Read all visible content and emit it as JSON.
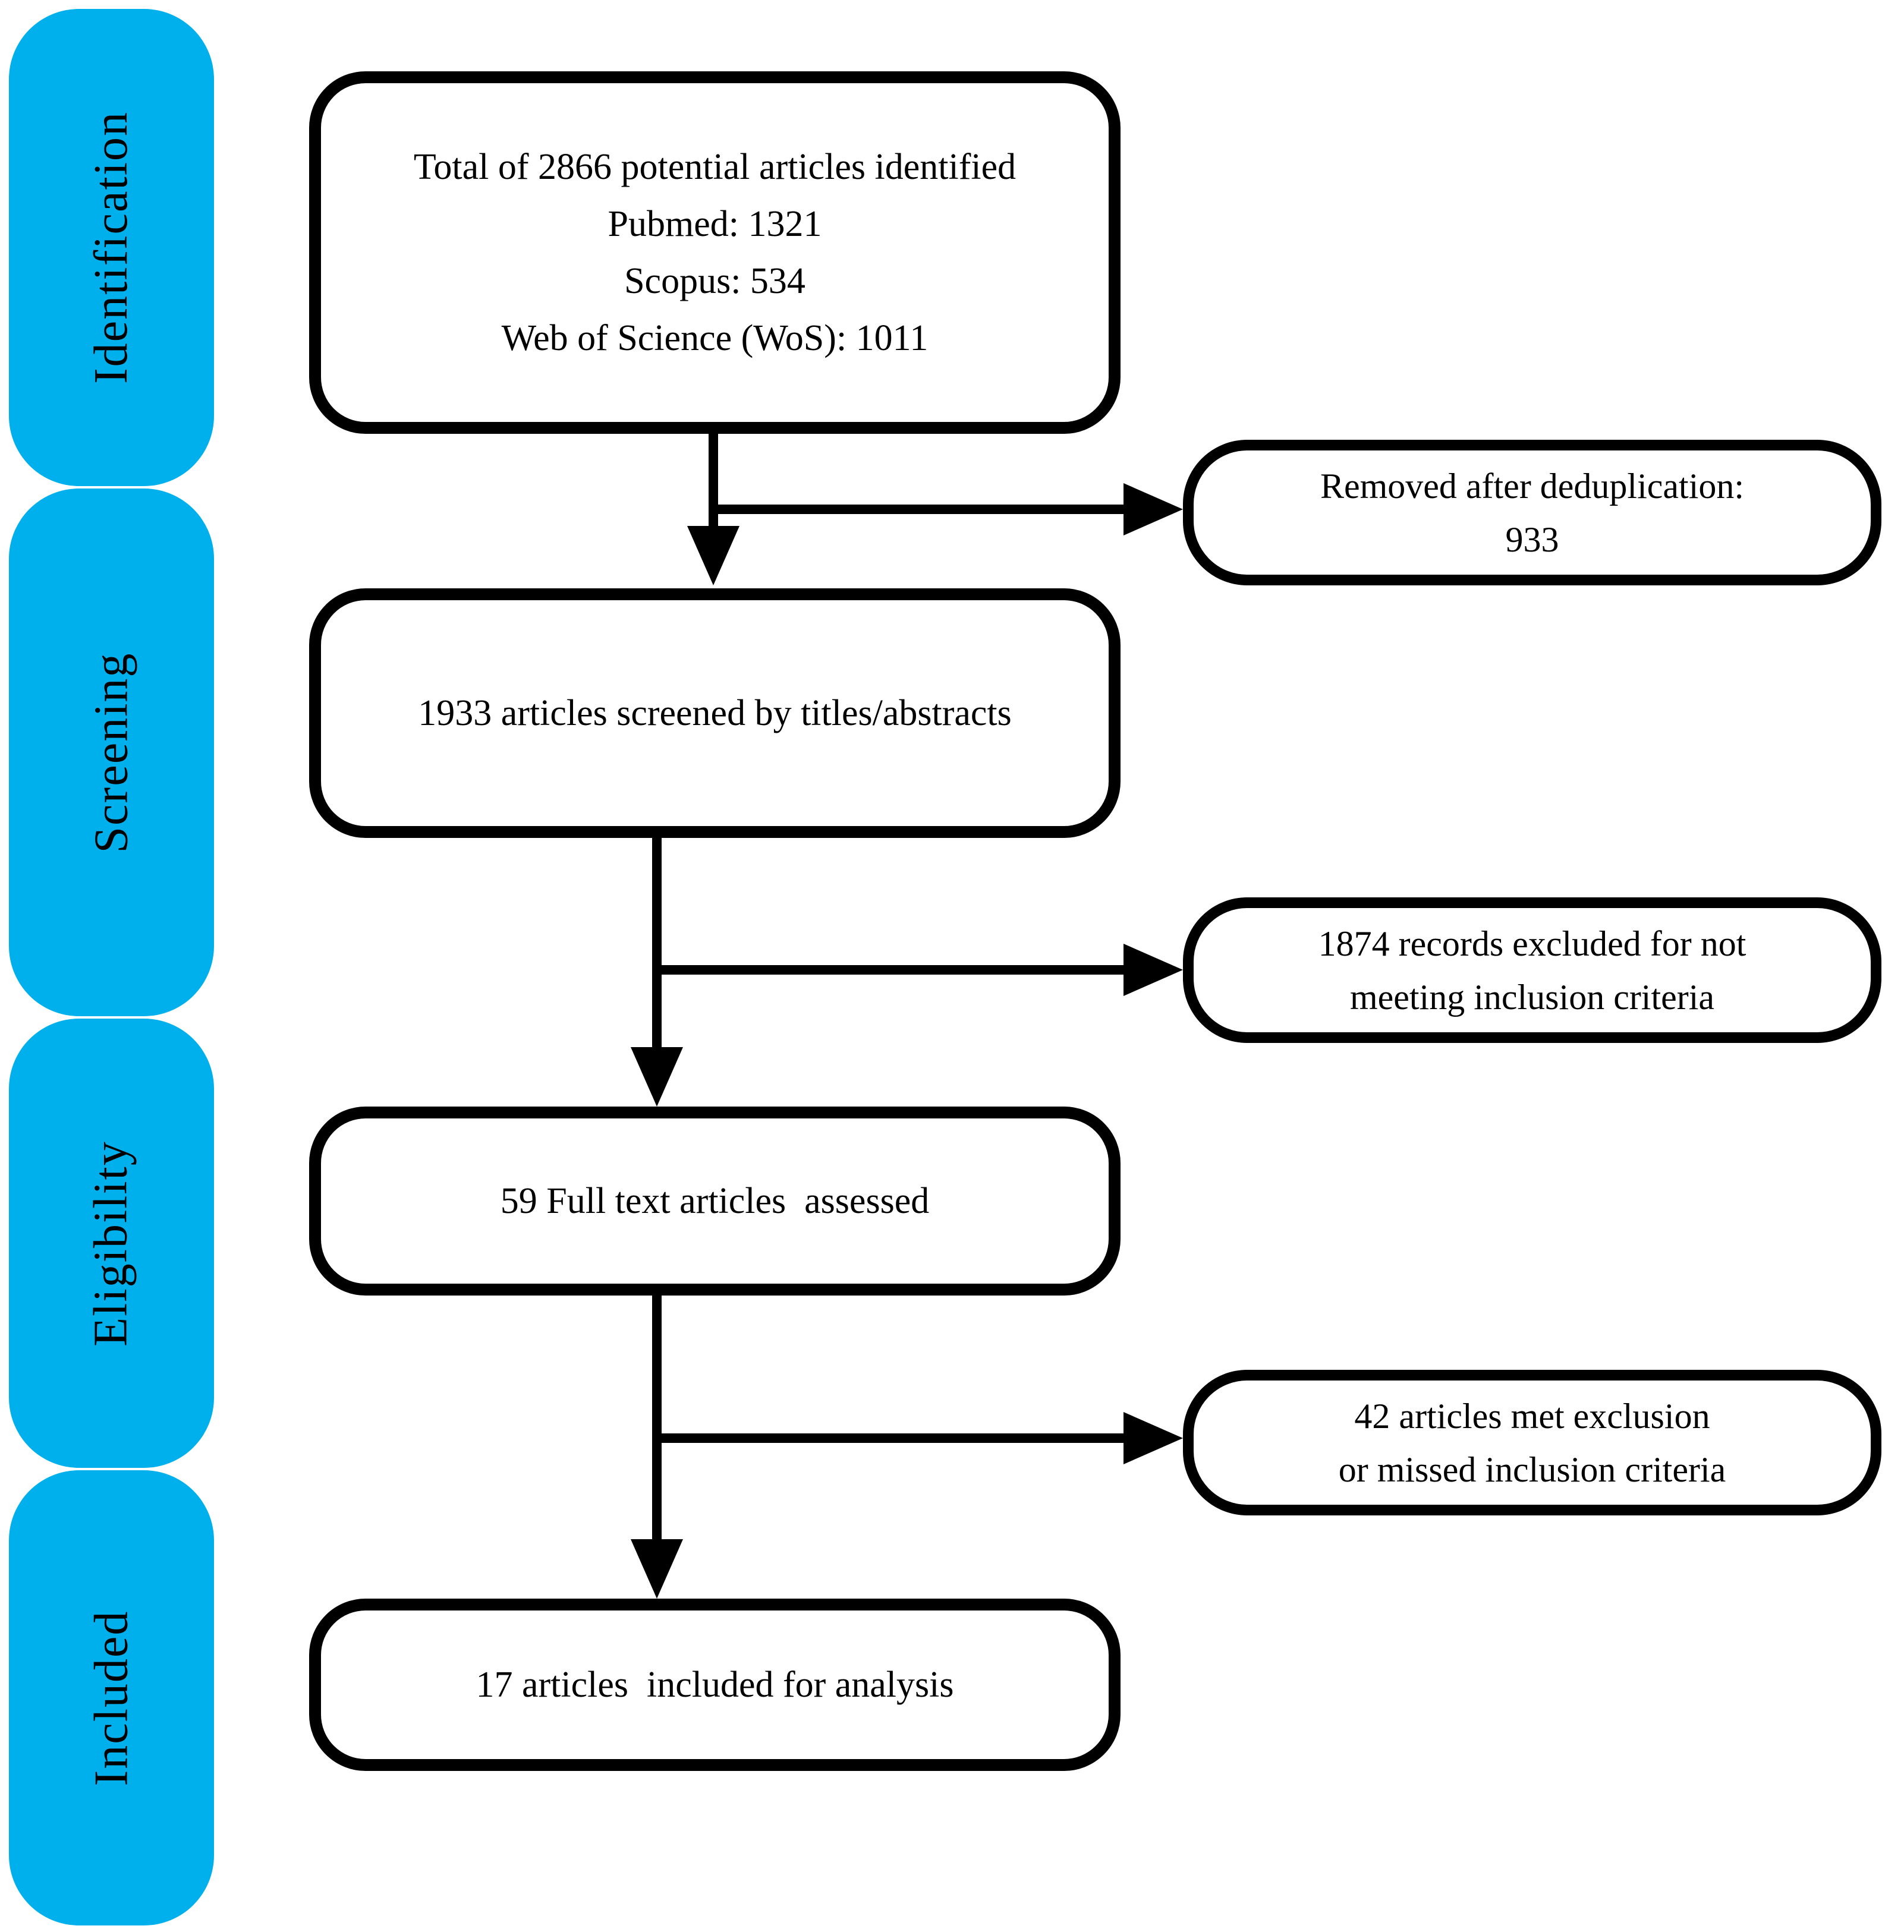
{
  "colors": {
    "stage_fill": "#00B0EC",
    "line_color": "#000000",
    "box_fill": "#FFFFFF",
    "text_color": "#000000"
  },
  "sidebar": {
    "stages": [
      {
        "label": "Identification"
      },
      {
        "label": "Screening"
      },
      {
        "label": "Eligibility"
      },
      {
        "label": "Included"
      }
    ]
  },
  "flow": {
    "boxes": [
      {
        "id": "articles-identified",
        "lines": [
          "Total of 2866 potential articles identified",
          "Pubmed: 1321",
          "Scopus: 534",
          "Web of Science (WoS): 1011"
        ]
      },
      {
        "id": "articles-screened",
        "lines": [
          "1933 articles screened by titles/abstracts"
        ]
      },
      {
        "id": "fulltext-assessed",
        "lines": [
          "59 Full text articles  assessed"
        ]
      },
      {
        "id": "articles-included",
        "lines": [
          "17 articles  included for analysis"
        ]
      }
    ],
    "side_boxes": [
      {
        "id": "removed-deduplication",
        "lines": [
          "Removed after deduplication:",
          "933"
        ]
      },
      {
        "id": "records-excluded",
        "lines": [
          "1874 records excluded for not",
          "meeting inclusion criteria"
        ]
      },
      {
        "id": "articles-excluded",
        "lines": [
          "42 articles met exclusion",
          "or missed inclusion criteria"
        ]
      }
    ]
  }
}
